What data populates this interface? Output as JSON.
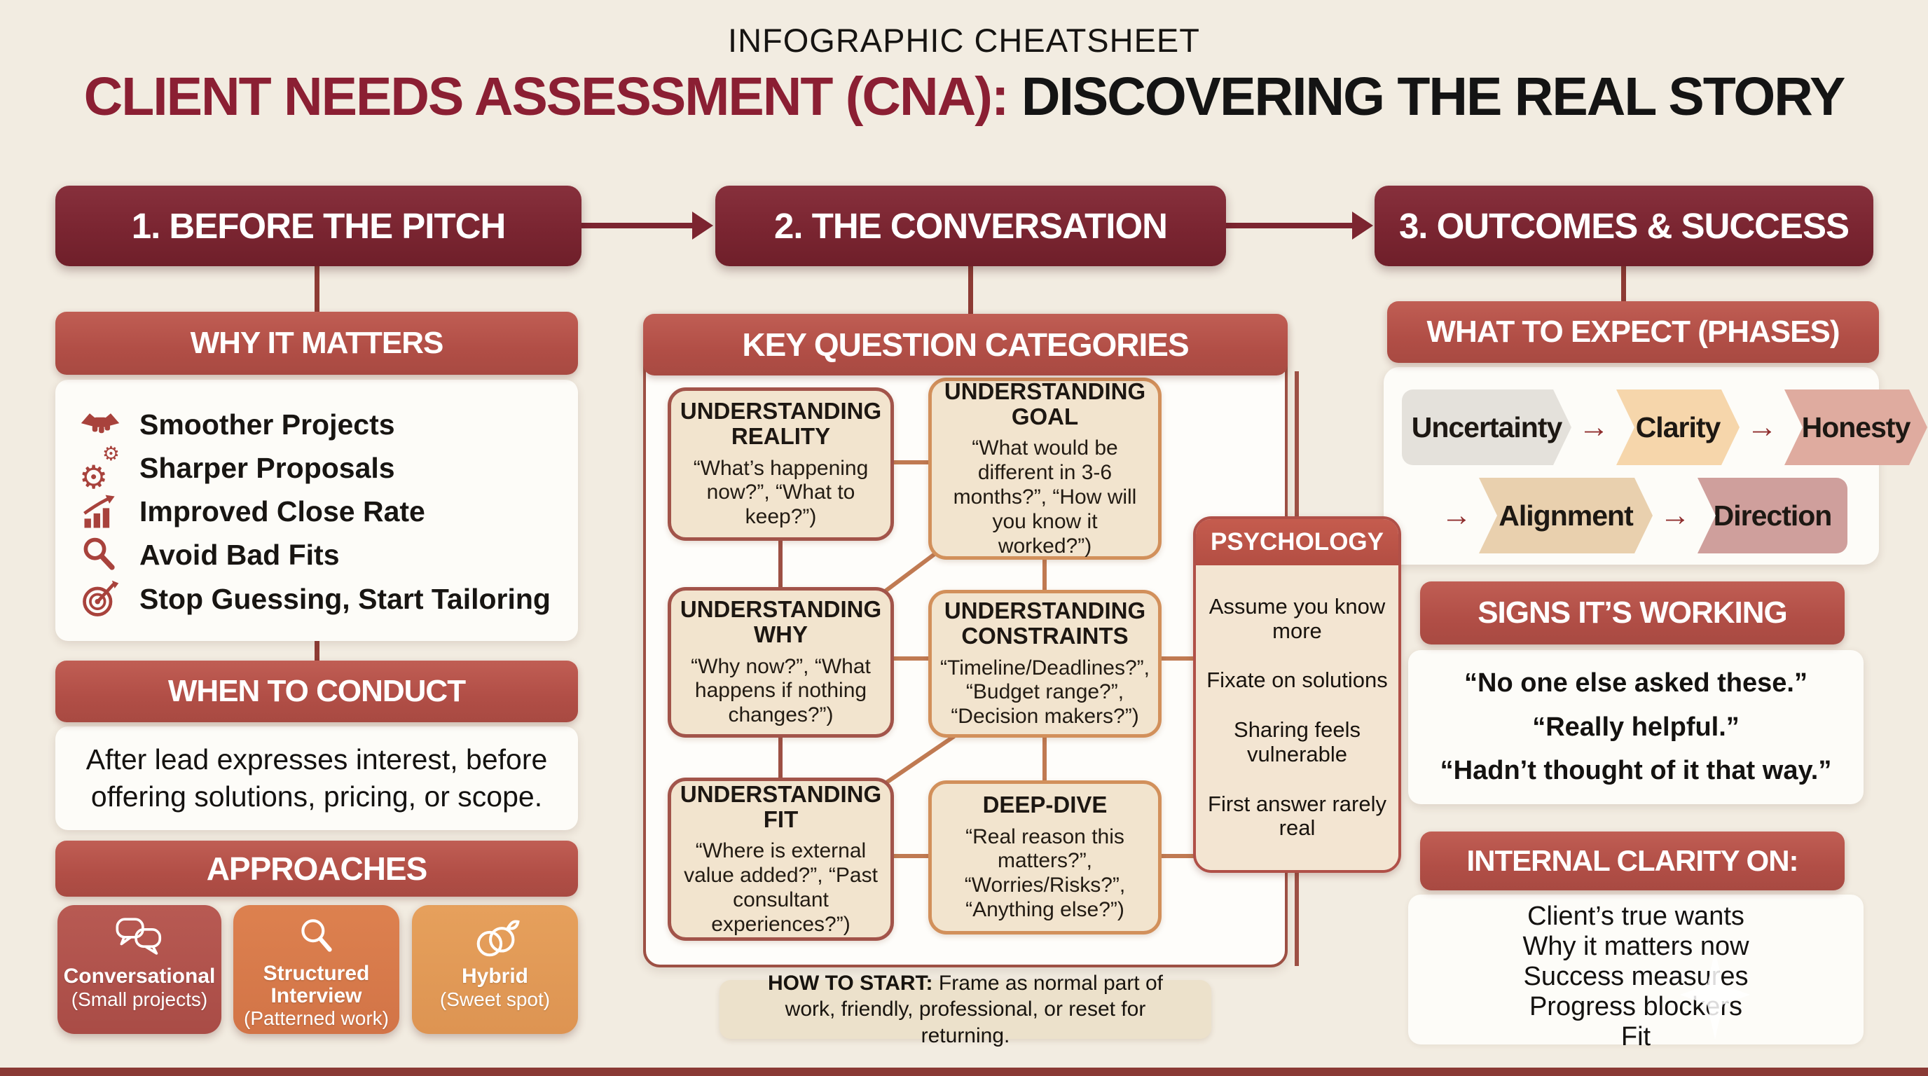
{
  "title": {
    "kicker": "INFOGRAPHIC CHEATSHEET",
    "highlight": "CLIENT NEEDS ASSESSMENT (CNA):",
    "rest": " DISCOVERING THE REAL STORY"
  },
  "steps": [
    {
      "label": "1. BEFORE THE PITCH"
    },
    {
      "label": "2. THE CONVERSATION"
    },
    {
      "label": "3. OUTCOMES & SUCCESS"
    }
  ],
  "why": {
    "header": "WHY IT MATTERS",
    "items": [
      {
        "icon": "handshake-icon",
        "label": "Smoother Projects"
      },
      {
        "icon": "gears-icon",
        "label": "Sharper Proposals"
      },
      {
        "icon": "growth-chart-icon",
        "label": "Improved Close Rate"
      },
      {
        "icon": "magnifier-icon",
        "label": "Avoid Bad Fits"
      },
      {
        "icon": "target-dart-icon",
        "label": "Stop Guessing, Start Tailoring"
      }
    ]
  },
  "when": {
    "header": "WHEN TO CONDUCT",
    "text": "After lead expresses interest, before offering solutions, pricing, or scope."
  },
  "approaches": {
    "header": "APPROACHES",
    "cards": [
      {
        "icon": "speech-bubbles-icon",
        "title": "Conversational",
        "subtitle": "(Small projects)"
      },
      {
        "icon": "magnifier-icon",
        "title": "Structured Interview",
        "subtitle": "(Patterned work)"
      },
      {
        "icon": "overlap-circles-icon",
        "title": "Hybrid",
        "subtitle": "(Sweet spot)"
      }
    ]
  },
  "key_questions": {
    "header": "KEY QUESTION CATEGORIES",
    "boxes": [
      {
        "title": "UNDERSTANDING REALITY",
        "body": "“What’s happening now?”, “What to keep?”)"
      },
      {
        "title": "UNDERSTANDING GOAL",
        "body": "“What would be different in 3-6 months?”, “How will you know it worked?”)"
      },
      {
        "title": "UNDERSTANDING WHY",
        "body": "“Why now?”, “What happens if nothing changes?”)"
      },
      {
        "title": "UNDERSTANDING CONSTRAINTS",
        "body": "“Timeline/Deadlines?”, “Budget range?”, “Decision makers?”)"
      },
      {
        "title": "UNDERSTANDING FIT",
        "body": "“Where is external value added?”, “Past consultant experiences?”)"
      },
      {
        "title": "DEEP-DIVE",
        "body": "“Real reason this matters?”, “Worries/Risks?”, “Anything else?”)"
      }
    ]
  },
  "psychology": {
    "header": "PSYCHOLOGY",
    "items": [
      "Assume you know more",
      "Fixate on solutions",
      "Sharing feels vulnerable",
      "First answer rarely real"
    ]
  },
  "how_to_start": {
    "label": "HOW TO START:",
    "text": " Frame as normal part of work, friendly, professional, or reset for returning."
  },
  "expect": {
    "header": "WHAT TO EXPECT (PHASES)",
    "arrow": "→",
    "phases": [
      "Uncertainty",
      "Clarity",
      "Honesty",
      "Alignment",
      "Direction"
    ]
  },
  "signs": {
    "header": "SIGNS IT’S WORKING",
    "quotes": [
      "“No one else asked these.”",
      "“Really helpful.”",
      "“Hadn’t thought of it that way.”"
    ]
  },
  "internal_clarity": {
    "header": "INTERNAL CLARITY ON:",
    "items": [
      "Client’s true wants",
      "Why it matters now",
      "Success measures",
      "Progress blockers",
      "Fit"
    ]
  },
  "colors": {
    "background": "#f2ece1",
    "maroon_header": "#7c2530",
    "brick_header": "#b6544c",
    "box_fill": "#f2e4ce",
    "box_border_red": "#a2544a",
    "box_border_orange": "#d2905b",
    "connector_orange": "#c07a52",
    "connector_maroon": "#9d5044",
    "card_conversational": "#b1544e",
    "card_structured": "#d97b4b",
    "card_hybrid": "#e29a58",
    "phase_uncertainty": "#e4e1db",
    "phase_clarity": "#f6d6ab",
    "phase_honesty": "#dfab9f",
    "phase_alignment": "#e9d0ae",
    "phase_direction": "#cf9f9c",
    "bottom_bar": "#8a3a35",
    "title_accent": "#8b1f33"
  }
}
